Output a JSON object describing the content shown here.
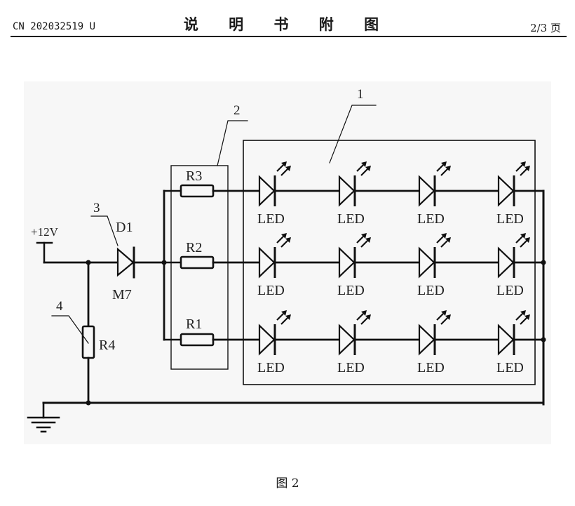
{
  "header": {
    "doc_number": "CN 202032519 U",
    "title": "说 明 书 附 图",
    "page": "2/3 页"
  },
  "figure": {
    "caption": "图 2",
    "supply_label": "+12V",
    "callouts": [
      "1",
      "2",
      "3",
      "4"
    ],
    "diode": {
      "name": "D1",
      "part": "M7"
    },
    "resistors": {
      "r1": "R1",
      "r2": "R2",
      "r3": "R3",
      "r4": "R4"
    },
    "led_label": "LED",
    "led_rows": 3,
    "led_cols": 4
  }
}
